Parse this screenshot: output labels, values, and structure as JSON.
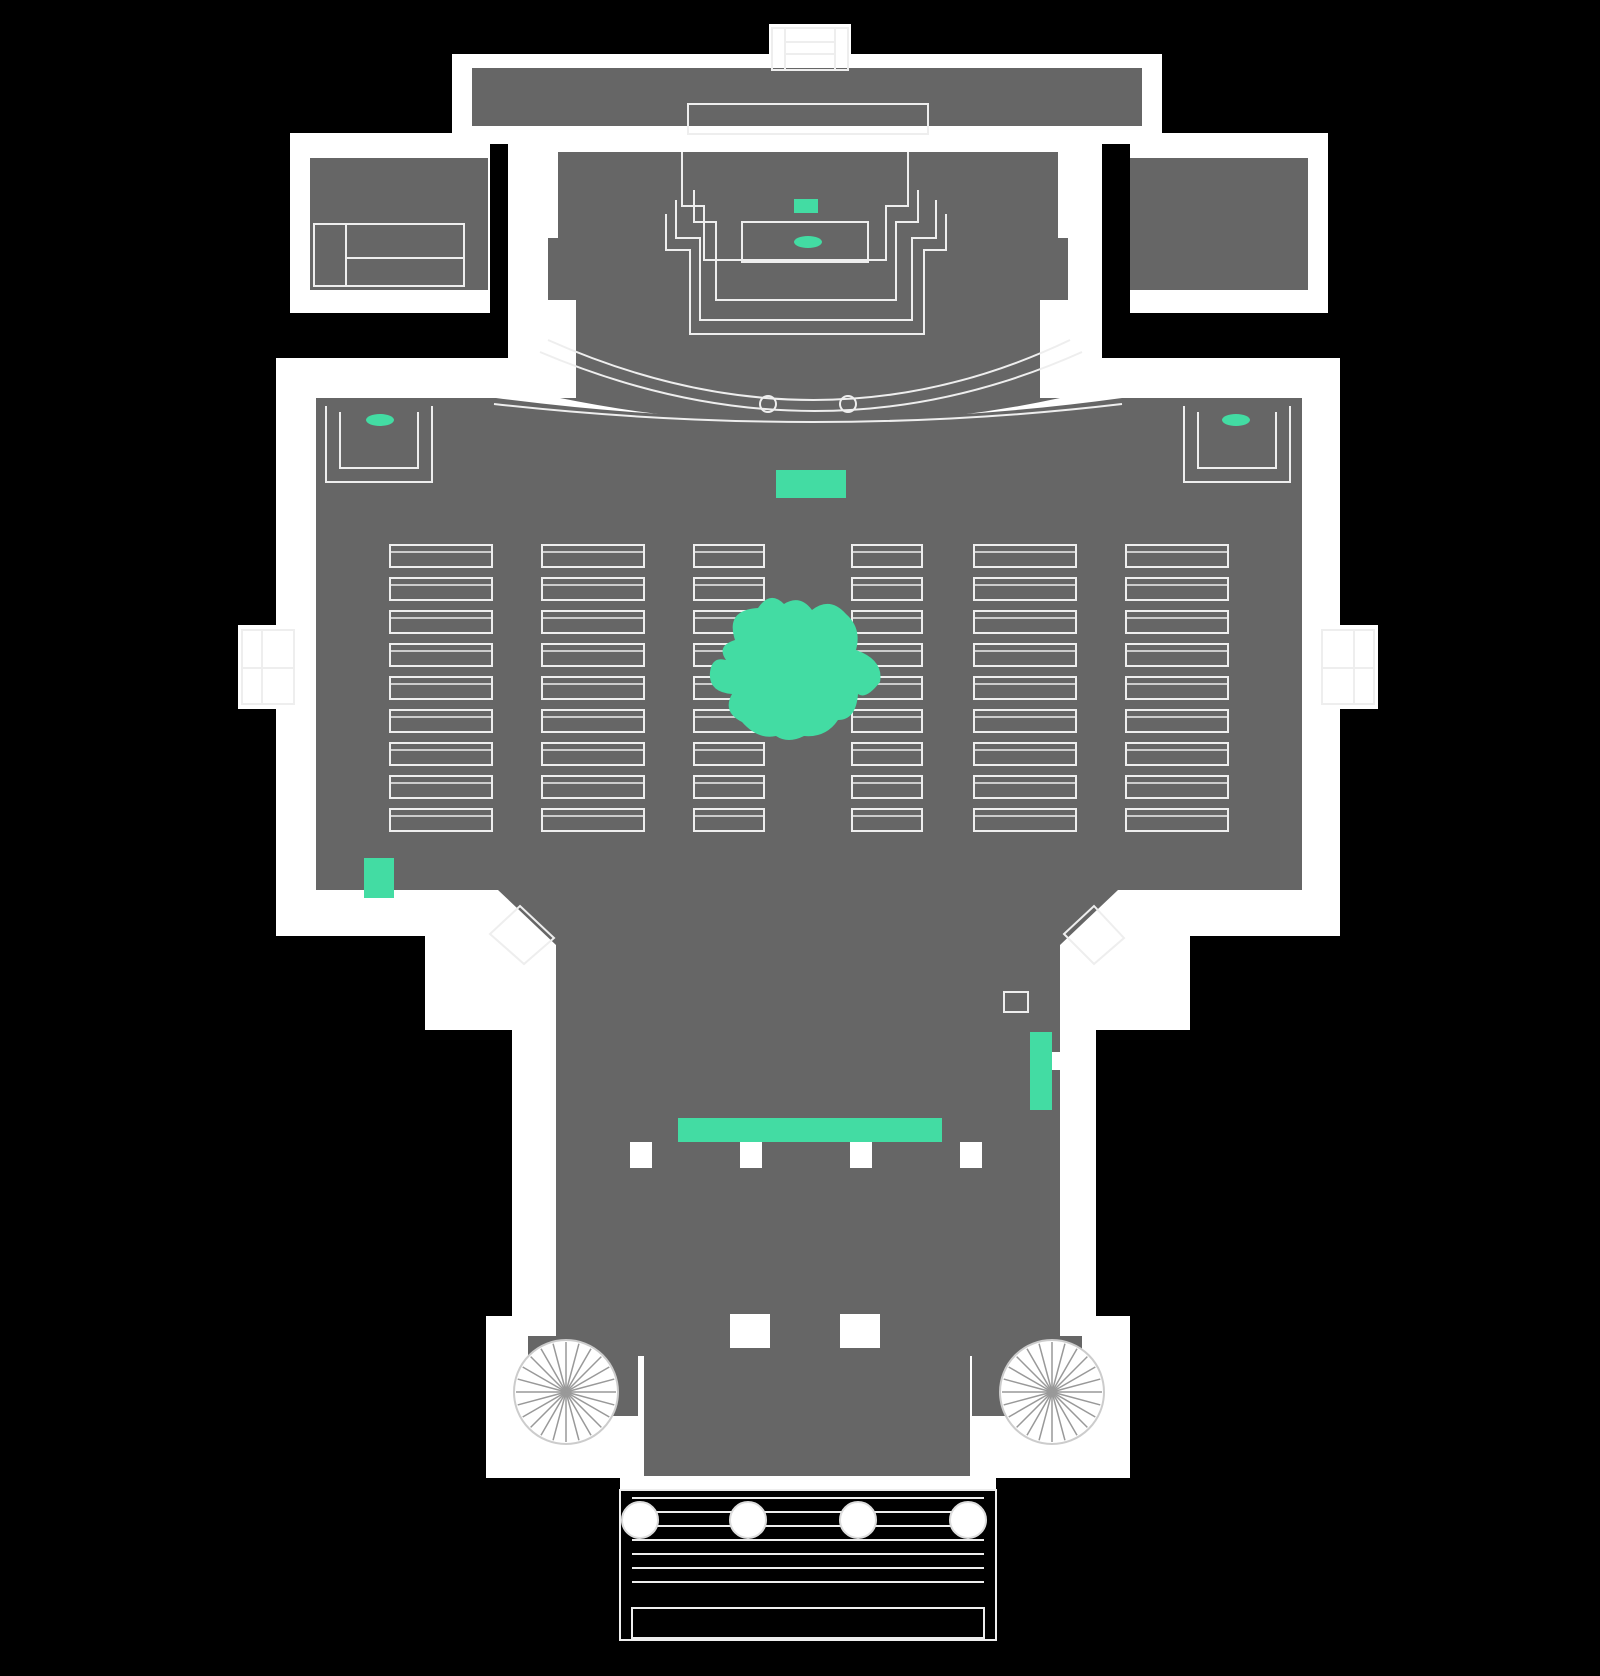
{
  "diagram": {
    "kind": "floor-plan",
    "colors": {
      "background": "#000000",
      "wall": "#ffffff",
      "floor": "#666666",
      "line": "#eeeeee",
      "highlight": "#43dca3"
    },
    "pew_rows_per_block": 9,
    "pew_blocks": 6,
    "highlights": [
      "altar-table",
      "tabernacle-ellipse",
      "left-chapel-ellipse",
      "right-chapel-ellipse",
      "ambo-rectangle",
      "damage-blob",
      "left-corner-marker",
      "right-side-marker",
      "narthex-bar"
    ]
  }
}
